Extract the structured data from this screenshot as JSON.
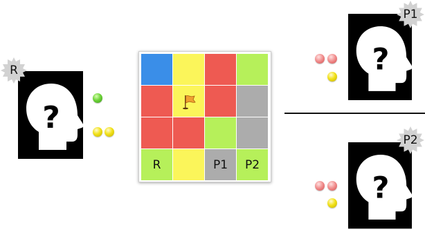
{
  "colors": {
    "blue": "#3a8ee8",
    "yellow": "#fbf55a",
    "red": "#ee5a52",
    "green": "#b6f05a",
    "gray": "#acacac"
  },
  "board": {
    "rows": [
      [
        {
          "color": "blue",
          "label": ""
        },
        {
          "color": "yellow",
          "label": ""
        },
        {
          "color": "red",
          "label": ""
        },
        {
          "color": "green",
          "label": ""
        }
      ],
      [
        {
          "color": "red",
          "label": ""
        },
        {
          "color": "yellow",
          "label": "",
          "icon": "flag-icon"
        },
        {
          "color": "red",
          "label": ""
        },
        {
          "color": "gray",
          "label": ""
        }
      ],
      [
        {
          "color": "red",
          "label": ""
        },
        {
          "color": "red",
          "label": ""
        },
        {
          "color": "green",
          "label": ""
        },
        {
          "color": "gray",
          "label": ""
        }
      ],
      [
        {
          "color": "green",
          "label": "R"
        },
        {
          "color": "yellow",
          "label": ""
        },
        {
          "color": "gray",
          "label": "P1"
        },
        {
          "color": "green",
          "label": "P2"
        }
      ]
    ]
  },
  "agents": {
    "r": {
      "badge": "R",
      "icon": "unknown-head-icon",
      "chips": [
        "green",
        "yellow",
        "yellow"
      ]
    },
    "p1": {
      "badge": "P1",
      "icon": "unknown-head-icon",
      "chips": [
        "red",
        "red",
        "yellow"
      ]
    },
    "p2": {
      "badge": "P2",
      "icon": "unknown-head-icon",
      "chips": [
        "red",
        "red",
        "yellow"
      ]
    }
  }
}
